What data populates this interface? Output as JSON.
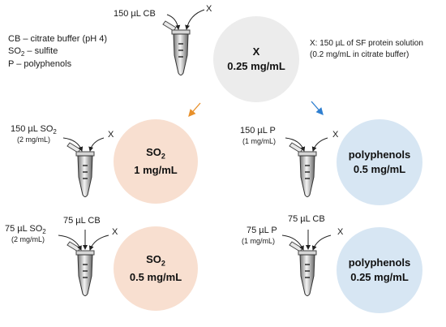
{
  "legend": {
    "cb": "CB  – citrate buffer (pH 4)",
    "so2_prefix": "SO",
    "so2_sub": "2",
    "so2_suffix": " – sulfite",
    "p": "P   – polyphenols"
  },
  "note": {
    "line1": "X: 150 µL of SF protein solution",
    "line2": "(0.2 mg/mL in citrate buffer)"
  },
  "top": {
    "label_cb": "150 µL CB",
    "label_x": "X",
    "circle_title": "X",
    "circle_conc": "0.25 mg/mL"
  },
  "left1": {
    "label_main_prefix": "150 µL SO",
    "label_main_sub": "2",
    "label_conc": "(2 mg/mL)",
    "label_x": "X",
    "circle_title_prefix": "SO",
    "circle_title_sub": "2",
    "circle_conc": "1 mg/mL"
  },
  "left2": {
    "label_main_prefix": "75 µL SO",
    "label_main_sub": "2",
    "label_conc": "(2 mg/mL)",
    "label_cb": "75 µL CB",
    "label_x": "X",
    "circle_title_prefix": "SO",
    "circle_title_sub": "2",
    "circle_conc": "0.5 mg/mL"
  },
  "right1": {
    "label_main": "150 µL P",
    "label_conc": "(1 mg/mL)",
    "label_x": "X",
    "circle_title": "polyphenols",
    "circle_conc": "0.5 mg/mL"
  },
  "right2": {
    "label_main": "75 µL P",
    "label_conc": "(1 mg/mL)",
    "label_cb": "75 µL CB",
    "label_x": "X",
    "circle_title": "polyphenols",
    "circle_conc": "0.25 mg/mL"
  },
  "colors": {
    "gray_circle": "#ececec",
    "peach_circle": "#f8dfd0",
    "blue_circle": "#d7e6f3",
    "orange_arrow": "#e8902a",
    "blue_arrow": "#2f7fd0"
  }
}
